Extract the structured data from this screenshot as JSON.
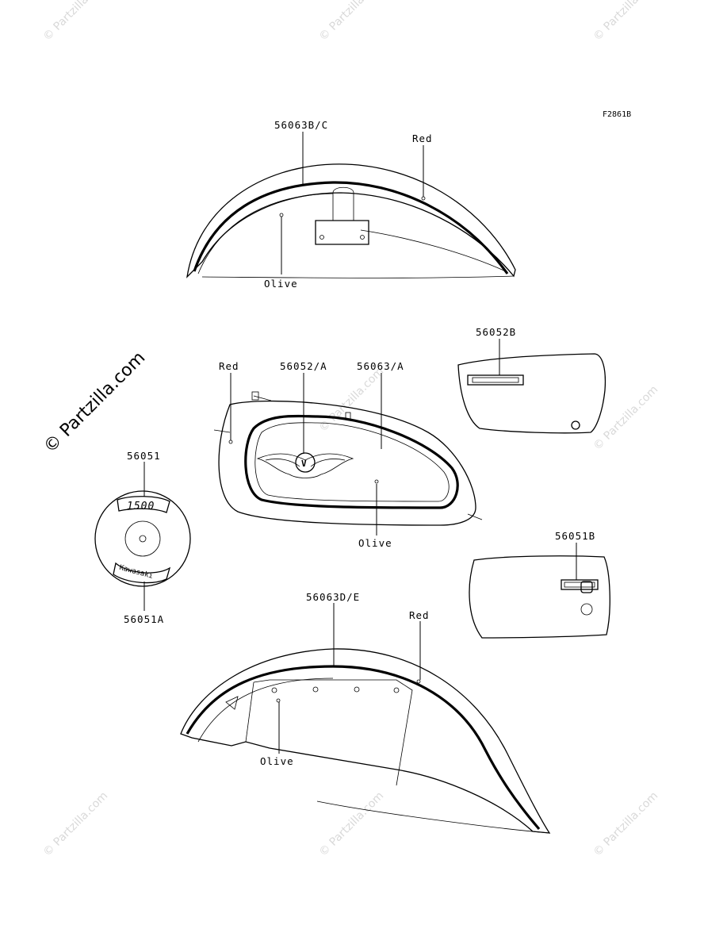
{
  "figure_code": "F2861B",
  "watermark": {
    "side_text": "© Partzilla.com",
    "tile_text": "© Partzilla.com"
  },
  "callouts": {
    "front_fender_decal": "56063B/C",
    "front_fender_color": "Red",
    "front_fender_base": "Olive",
    "tank_color": "Red",
    "tank_emblem": "56052/A",
    "tank_stripe": "56063/A",
    "tank_base": "Olive",
    "side_cover_right": "56052B",
    "side_cover_left": "56051B",
    "cleaner_top": "56051",
    "cleaner_bottom": "56051A",
    "rear_fender_decal": "56063D/E",
    "rear_fender_color": "Red",
    "rear_fender_base": "Olive"
  },
  "emblem_text": {
    "cover_number": "1500",
    "cover_brand": "Kawasaki",
    "tank_badge": "V"
  }
}
